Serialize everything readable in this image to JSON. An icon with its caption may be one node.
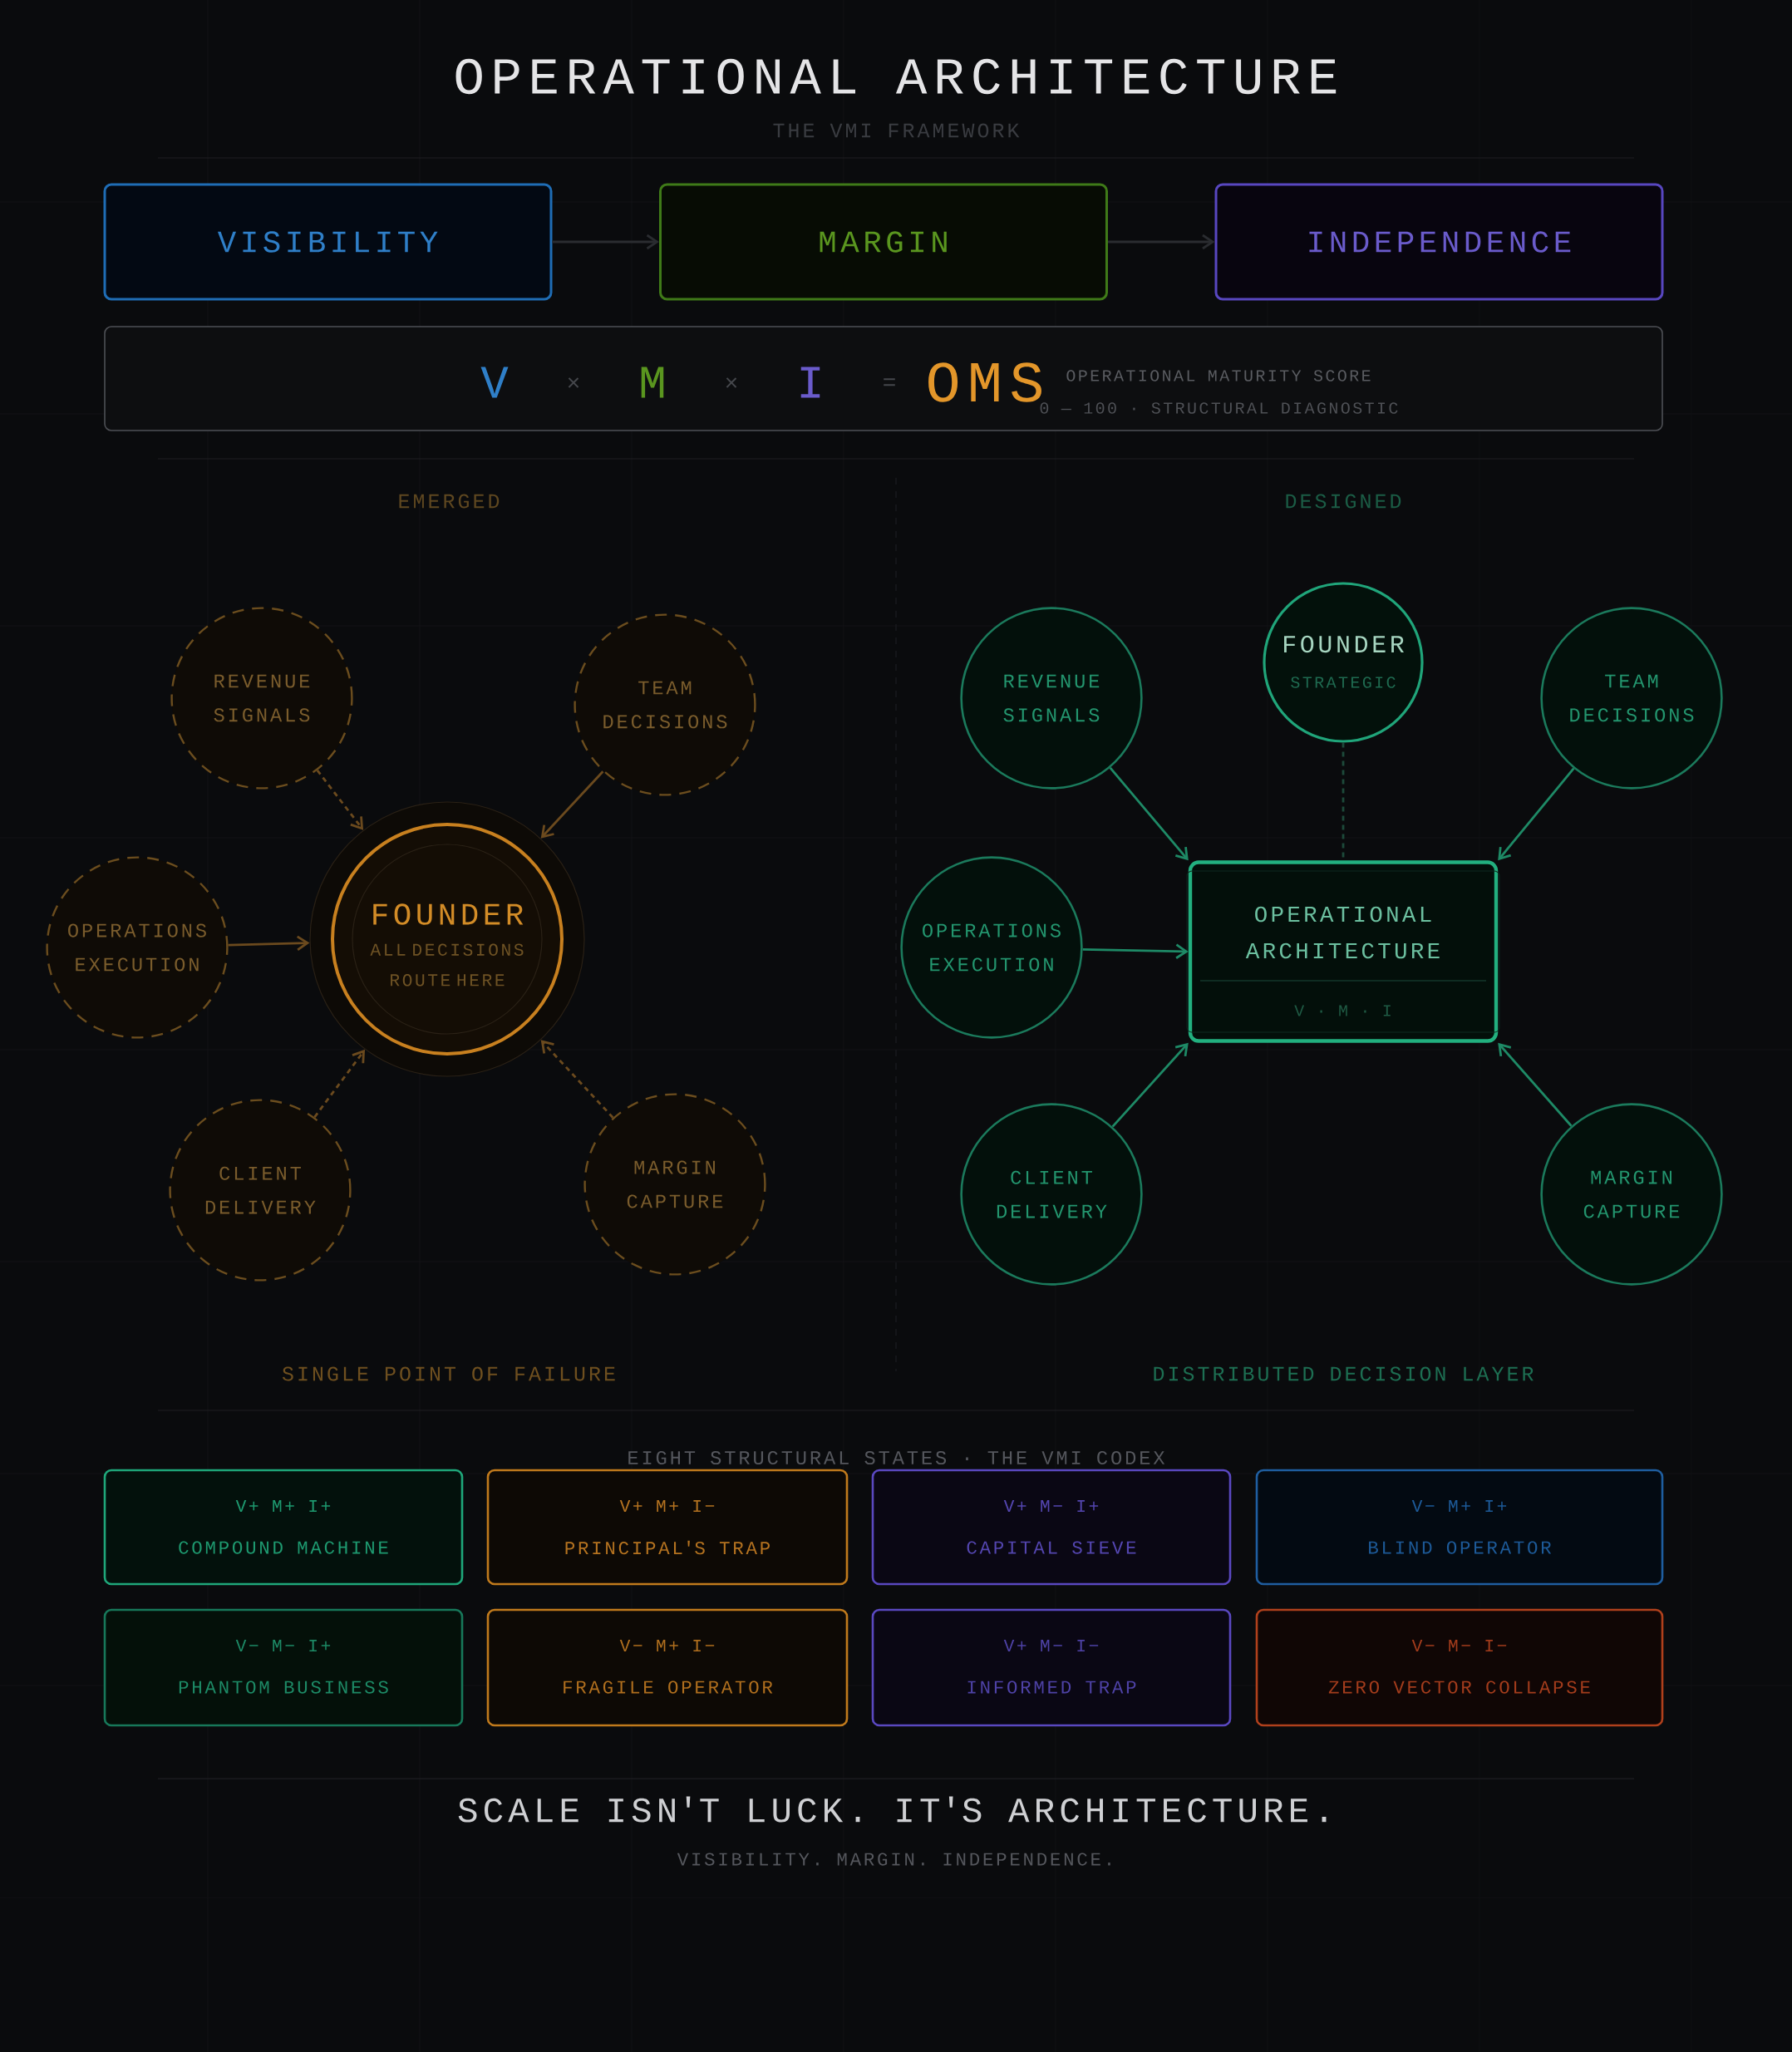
{
  "diagram": {
    "title": "OPERATIONAL ARCHITECTURE",
    "nodes": [
      {
        "text": [
          "VISIBILITY"
        ]
      },
      {
        "text": [
          "MARGIN"
        ]
      },
      {
        "text": [
          "INDEPENDENCE"
        ]
      },
      {
        "text": [
          "V",
          "×",
          "M",
          "×",
          "I",
          "=",
          "OMS",
          "OPERATIONAL MATURITY SCORE",
          "0 — 100 · STRUCTURAL DIAGNOSTIC"
        ]
      },
      {
        "text": [
          "REVENUE SIGNALS"
        ]
      },
      {
        "text": [
          "TEAM DECISIONS"
        ]
      },
      {
        "text": [
          "OPERATIONS EXECUTION"
        ]
      },
      {
        "text": [
          "FOUNDER",
          "ALL DECISIONS ROUTE HERE"
        ]
      },
      {
        "text": [
          "CLIENT DELIVERY"
        ]
      },
      {
        "text": [
          "MARGIN CAPTURE"
        ]
      },
      {
        "text": [
          "FOUNDER",
          "STRATEGIC"
        ]
      },
      {
        "text": [
          "REVENUE SIGNALS"
        ]
      },
      {
        "text": [
          "TEAM DECISIONS"
        ]
      },
      {
        "text": [
          "OPERATIONS EXECUTION"
        ]
      },
      {
        "text": [
          "OPERATIONAL ARCHITECTURE",
          "V · M · I"
        ]
      },
      {
        "text": [
          "CLIENT DELIVERY"
        ]
      },
      {
        "text": [
          "MARGIN CAPTURE"
        ]
      },
      {
        "text": [
          "V+ M+ I+",
          "COMPOUND MACHINE"
        ]
      },
      {
        "text": [
          "V+ M+ I−",
          "PRINCIPAL'S TRAP"
        ]
      },
      {
        "text": [
          "V+ M− I+",
          "CAPITAL SIEVE"
        ]
      },
      {
        "text": [
          "V− M+ I+",
          "BLIND OPERATOR"
        ]
      },
      {
        "text": [
          "V− M− I+",
          "PHANTOM BUSINESS"
        ]
      },
      {
        "text": [
          "V− M+ I−",
          "FRAGILE OPERATOR"
        ]
      },
      {
        "text": [
          "V+ M− I−",
          "INFORMED TRAP"
        ]
      },
      {
        "text": [
          "V− M− I−",
          "ZERO VECTOR COLLAPSE"
        ]
      }
    ],
    "edges": [
      {
        "from": 0,
        "to": 1,
        "arrow": "to",
        "color": "#2a2c30"
      },
      {
        "from": 1,
        "to": 2,
        "arrow": "to",
        "color": "#2a2c30"
      },
      {
        "from": 4,
        "to": 7,
        "arrow": "to",
        "style": "dashed",
        "color": "#6b4a1e"
      },
      {
        "from": 5,
        "to": 7,
        "arrow": "to",
        "color": "#6b4a1e"
      },
      {
        "from": 6,
        "to": 7,
        "arrow": "to",
        "color": "#6b4a1e"
      },
      {
        "from": 8,
        "to": 7,
        "arrow": "to",
        "style": "dashed",
        "color": "#6b4a1e"
      },
      {
        "from": 9,
        "to": 7,
        "arrow": "to",
        "style": "dashed",
        "color": "#6b4a1e"
      },
      {
        "from": 10,
        "to": 14,
        "arrow": "none",
        "style": "dashed",
        "color": "#1d4a3a"
      },
      {
        "from": 11,
        "to": 14,
        "arrow": "to"
      },
      {
        "from": 12,
        "to": 14,
        "arrow": "to"
      },
      {
        "from": 13,
        "to": 14,
        "arrow": "to"
      },
      {
        "from": 15,
        "to": 14,
        "arrow": "to"
      },
      {
        "from": 16,
        "to": 14,
        "arrow": "to"
      }
    ],
    "labels": [
      "THE VMI FRAMEWORK",
      "EMERGED",
      "DESIGNED",
      "SINGLE POINT OF FAILURE",
      "DISTRIBUTED DECISION LAYER",
      "EIGHT STRUCTURAL STATES · THE VMI CODEX",
      "SCALE ISN'T LUCK. IT'S ARCHITECTURE.",
      "VISIBILITY. MARGIN. INDEPENDENCE."
    ]
  }
}
